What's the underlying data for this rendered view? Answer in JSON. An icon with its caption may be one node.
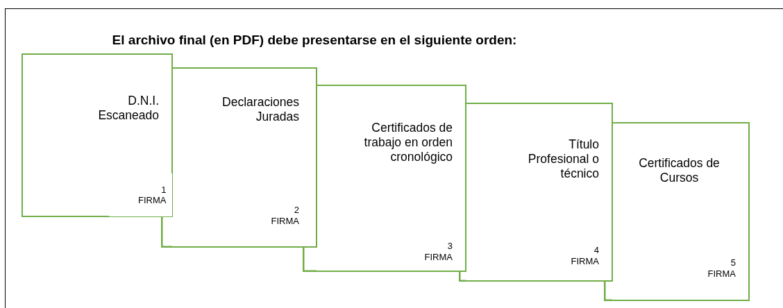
{
  "diagram": {
    "title": "El archivo final (en PDF) debe presentarse en el siguiente orden:",
    "nodes": [
      {
        "text": [
          "D.N.I. Escaneado",
          "1",
          "FIRMA"
        ]
      },
      {
        "text": [
          "Declaraciones Juradas",
          "2",
          "FIRMA"
        ]
      },
      {
        "text": [
          "Certificados de trabajo en orden cronológico",
          "3",
          "FIRMA"
        ]
      },
      {
        "text": [
          "Título Profesional o técnico",
          "4",
          "FIRMA"
        ]
      },
      {
        "text": [
          "Certificados de Cursos",
          "5",
          "FIRMA"
        ]
      }
    ]
  }
}
